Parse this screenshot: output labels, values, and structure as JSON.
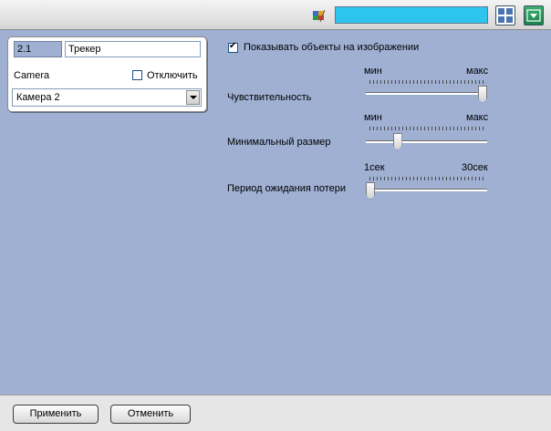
{
  "toolbar": {
    "search_value": "",
    "icons": [
      "flag-icon",
      "grid-layout-icon",
      "dropdown-arrow-icon"
    ],
    "accent_color": "#2ec5ec"
  },
  "object_panel": {
    "id": "2.1",
    "name": "Трекер",
    "camera_label": "Camera",
    "disable_label": "Отключить",
    "disable_checked": false,
    "camera_value": "Камера 2"
  },
  "settings": {
    "show_objects": {
      "label": "Показывать объекты на изображении",
      "checked": true
    },
    "sliders": [
      {
        "label": "Чувствительность",
        "min_label": "мин",
        "max_label": "макс",
        "value_fraction": 1.0
      },
      {
        "label": "Минимальный размер",
        "min_label": "мин",
        "max_label": "макс",
        "value_fraction": 0.24
      },
      {
        "label": "Период ожидания потери",
        "min_label": "1сек",
        "max_label": "30сек",
        "value_fraction": 0.0
      }
    ]
  },
  "footer": {
    "apply_label": "Применить",
    "cancel_label": "Отменить"
  },
  "colors": {
    "background": "#9fb0d3",
    "panel": "#ffffff"
  }
}
